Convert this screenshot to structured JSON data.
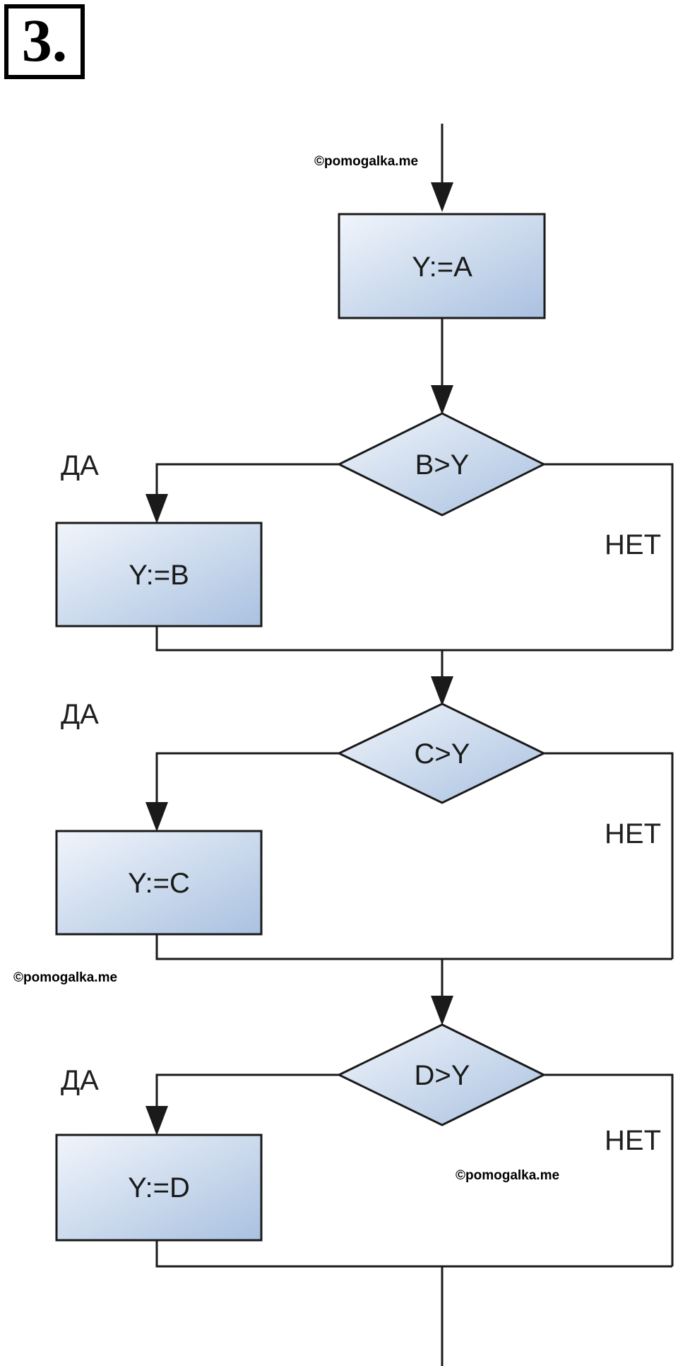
{
  "task": {
    "number": "3."
  },
  "watermark": "©pomogalka.me",
  "labels": {
    "yes": "ДА",
    "no": "НЕТ"
  },
  "blocks": {
    "start": "Y:=A",
    "cond1": "B>Y",
    "assign1": "Y:=B",
    "cond2": "C>Y",
    "assign2": "Y:=C",
    "cond3": "D>Y",
    "assign3": "Y:=D"
  },
  "colors": {
    "fill_light": "#eef3fb",
    "fill_dark": "#a9c1e0",
    "stroke": "#1a1a1a"
  }
}
